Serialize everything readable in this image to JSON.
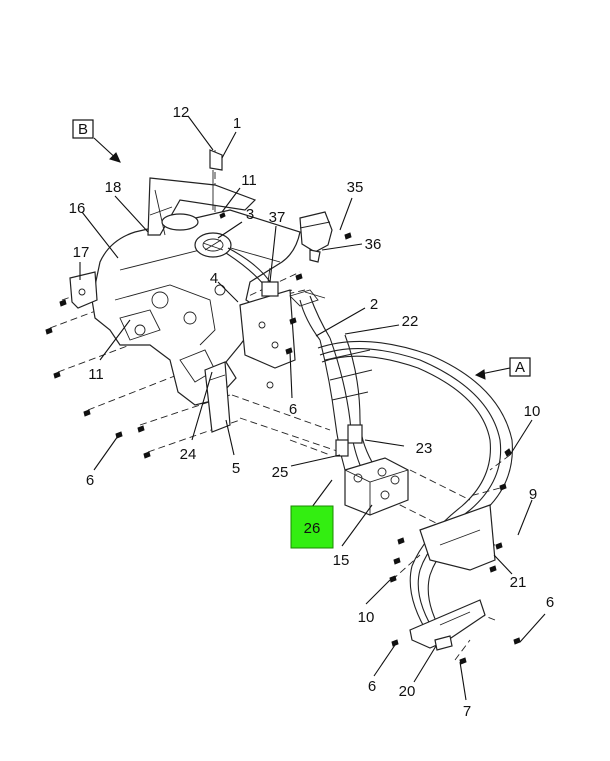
{
  "diagram": {
    "view_markers": {
      "b": "B",
      "a": "A"
    },
    "highlight": {
      "label": "26",
      "color": "#33ee11"
    },
    "callouts": {
      "c1": "1",
      "c12": "12",
      "c18": "18",
      "c11a": "11",
      "c16": "16",
      "c3": "3",
      "c37": "37",
      "c35": "35",
      "c36": "36",
      "c17": "17",
      "c4": "4",
      "c2": "2",
      "c22": "22",
      "c11b": "11",
      "c6a": "6",
      "c24": "24",
      "c5": "5",
      "c6b": "6",
      "c23": "23",
      "c25": "25",
      "c10a": "10",
      "c9": "9",
      "c15": "15",
      "c21": "21",
      "c10b": "10",
      "c6c": "6",
      "c6d": "6",
      "c20": "20",
      "c7": "7"
    }
  }
}
